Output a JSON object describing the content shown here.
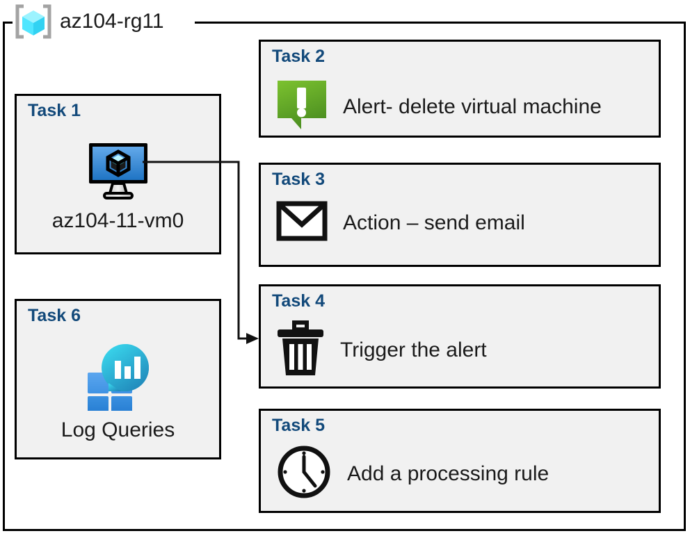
{
  "resource_group": {
    "title": "az104-rg11",
    "icon": "azure-resource-group-icon"
  },
  "colors": {
    "task_title": "#12497a",
    "card_fill": "#f1f1f1",
    "border": "#000000",
    "alert_green_light": "#76bc2d",
    "alert_green_dark": "#4e9222",
    "vm_blue_light": "#5ba6e8",
    "vm_blue_dark": "#1b6ec2",
    "log_teal": "#32cfe8",
    "log_blue": "#2a8ad4",
    "rg_cube_cyan": "#50e6ff",
    "rg_bracket_gray": "#a3a3a3"
  },
  "tasks": [
    {
      "id": "task1",
      "title": "Task 1",
      "label": "az104-11-vm0",
      "icon": "virtual-machine-icon",
      "column": "left"
    },
    {
      "id": "task2",
      "title": "Task 2",
      "label": "Alert- delete virtual machine",
      "icon": "alert-bubble-icon",
      "column": "right"
    },
    {
      "id": "task3",
      "title": "Task 3",
      "label": "Action – send email",
      "icon": "envelope-icon",
      "column": "right"
    },
    {
      "id": "task4",
      "title": "Task 4",
      "label": "Trigger the alert",
      "icon": "trash-bin-icon",
      "column": "right"
    },
    {
      "id": "task5",
      "title": "Task 5",
      "label": "Add a processing rule",
      "icon": "clock-icon",
      "column": "right"
    },
    {
      "id": "task6",
      "title": "Task 6",
      "label": "Log Queries",
      "icon": "log-analytics-icon",
      "column": "left"
    }
  ],
  "connector": {
    "from": "task1-vm-icon",
    "to": "task4-card",
    "arrow": "arrow-head-right"
  }
}
